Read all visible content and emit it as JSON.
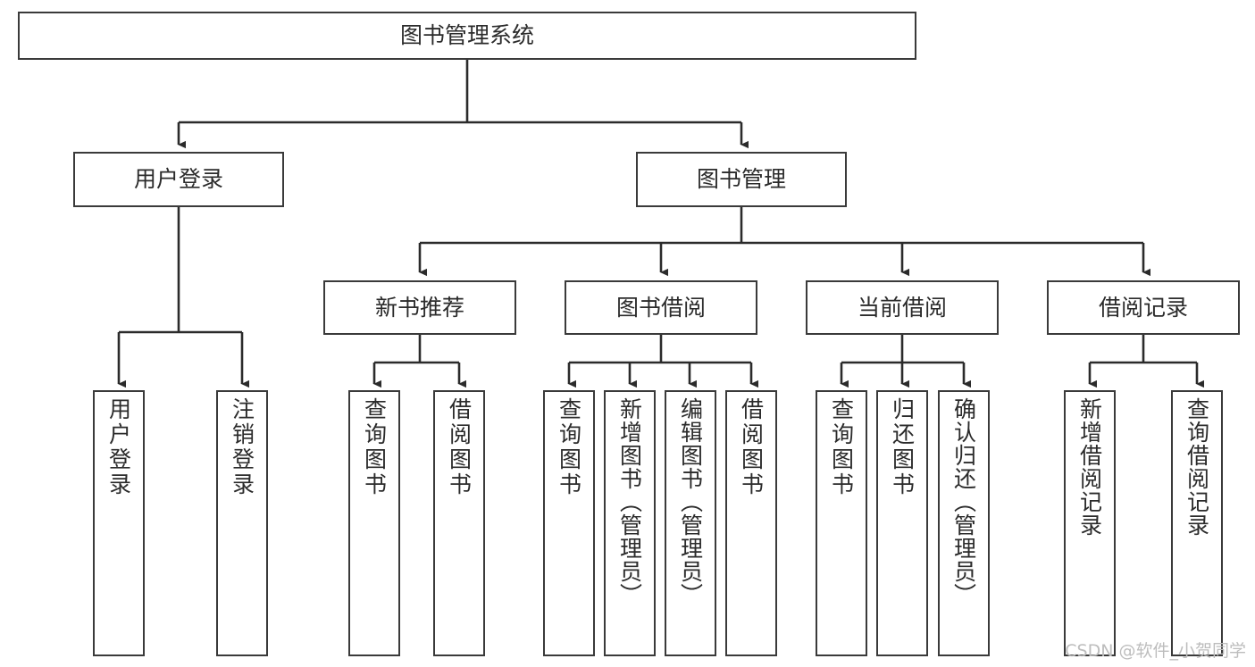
{
  "diagram": {
    "title": "图书管理系统",
    "type": "tree-hierarchy-diagram",
    "colors": {
      "background": "#ffffff",
      "box_border": "#3a3a3a",
      "box_fill": "#ffffff",
      "text": "#2b2b2b",
      "edge": "#2b2b2b",
      "watermark": "#bdbdbd"
    },
    "nodes": {
      "root": {
        "label": "图书管理系统"
      },
      "level2": [
        {
          "label": "用户登录"
        },
        {
          "label": "图书管理"
        }
      ],
      "level3": [
        {
          "label": "新书推荐"
        },
        {
          "label": "图书借阅"
        },
        {
          "label": "当前借阅"
        },
        {
          "label": "借阅记录"
        }
      ],
      "leaves": {
        "user_login": [
          {
            "label": "用户登录"
          },
          {
            "label": "注销登录"
          }
        ],
        "new_book_recommend": [
          {
            "label": "查询图书"
          },
          {
            "label": "借阅图书"
          }
        ],
        "book_borrow": [
          {
            "label": "查询图书"
          },
          {
            "label": "新增图书（管理员）"
          },
          {
            "label": "编辑图书（管理员）"
          },
          {
            "label": "借阅图书"
          }
        ],
        "current_borrow": [
          {
            "label": "查询图书"
          },
          {
            "label": "归还图书"
          },
          {
            "label": "确认归还（管理员）"
          }
        ],
        "borrow_record": [
          {
            "label": "新增借阅记录"
          },
          {
            "label": "查询借阅记录"
          }
        ]
      }
    },
    "watermark": "CSDN @软件_小贺同学"
  }
}
